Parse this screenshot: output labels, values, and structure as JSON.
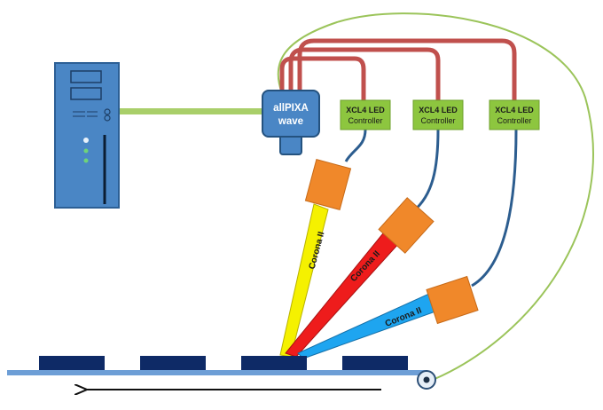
{
  "diagram": {
    "camera_label_line1": "allPIXA",
    "camera_label_line2": "wave",
    "controllers": [
      {
        "line1": "XCL4 LED",
        "line2": "Controller"
      },
      {
        "line1": "XCL4 LED",
        "line2": "Controller"
      },
      {
        "line1": "XCL4 LED",
        "line2": "Controller"
      }
    ],
    "lights": [
      {
        "label": "Corona II",
        "color": "#f5f100"
      },
      {
        "label": "Corona II",
        "color": "#ee1c1c"
      },
      {
        "label": "Corona II",
        "color": "#1ea5f0"
      }
    ],
    "colors": {
      "pc_body": "#4a86c5",
      "pc_border": "#2c5f95",
      "camera": "#4a86c5",
      "controller": "#8dc63f",
      "cable_data": "#a9cf6a",
      "cable_power": "#c0504d",
      "cable_led": "#2c5d8f",
      "light_head": "#f0882a",
      "conveyor_belt": "#6d9ed6",
      "conveyor_item": "#0e2a66",
      "encoder_line": "#9bc45a",
      "arrow": "#111111"
    }
  }
}
